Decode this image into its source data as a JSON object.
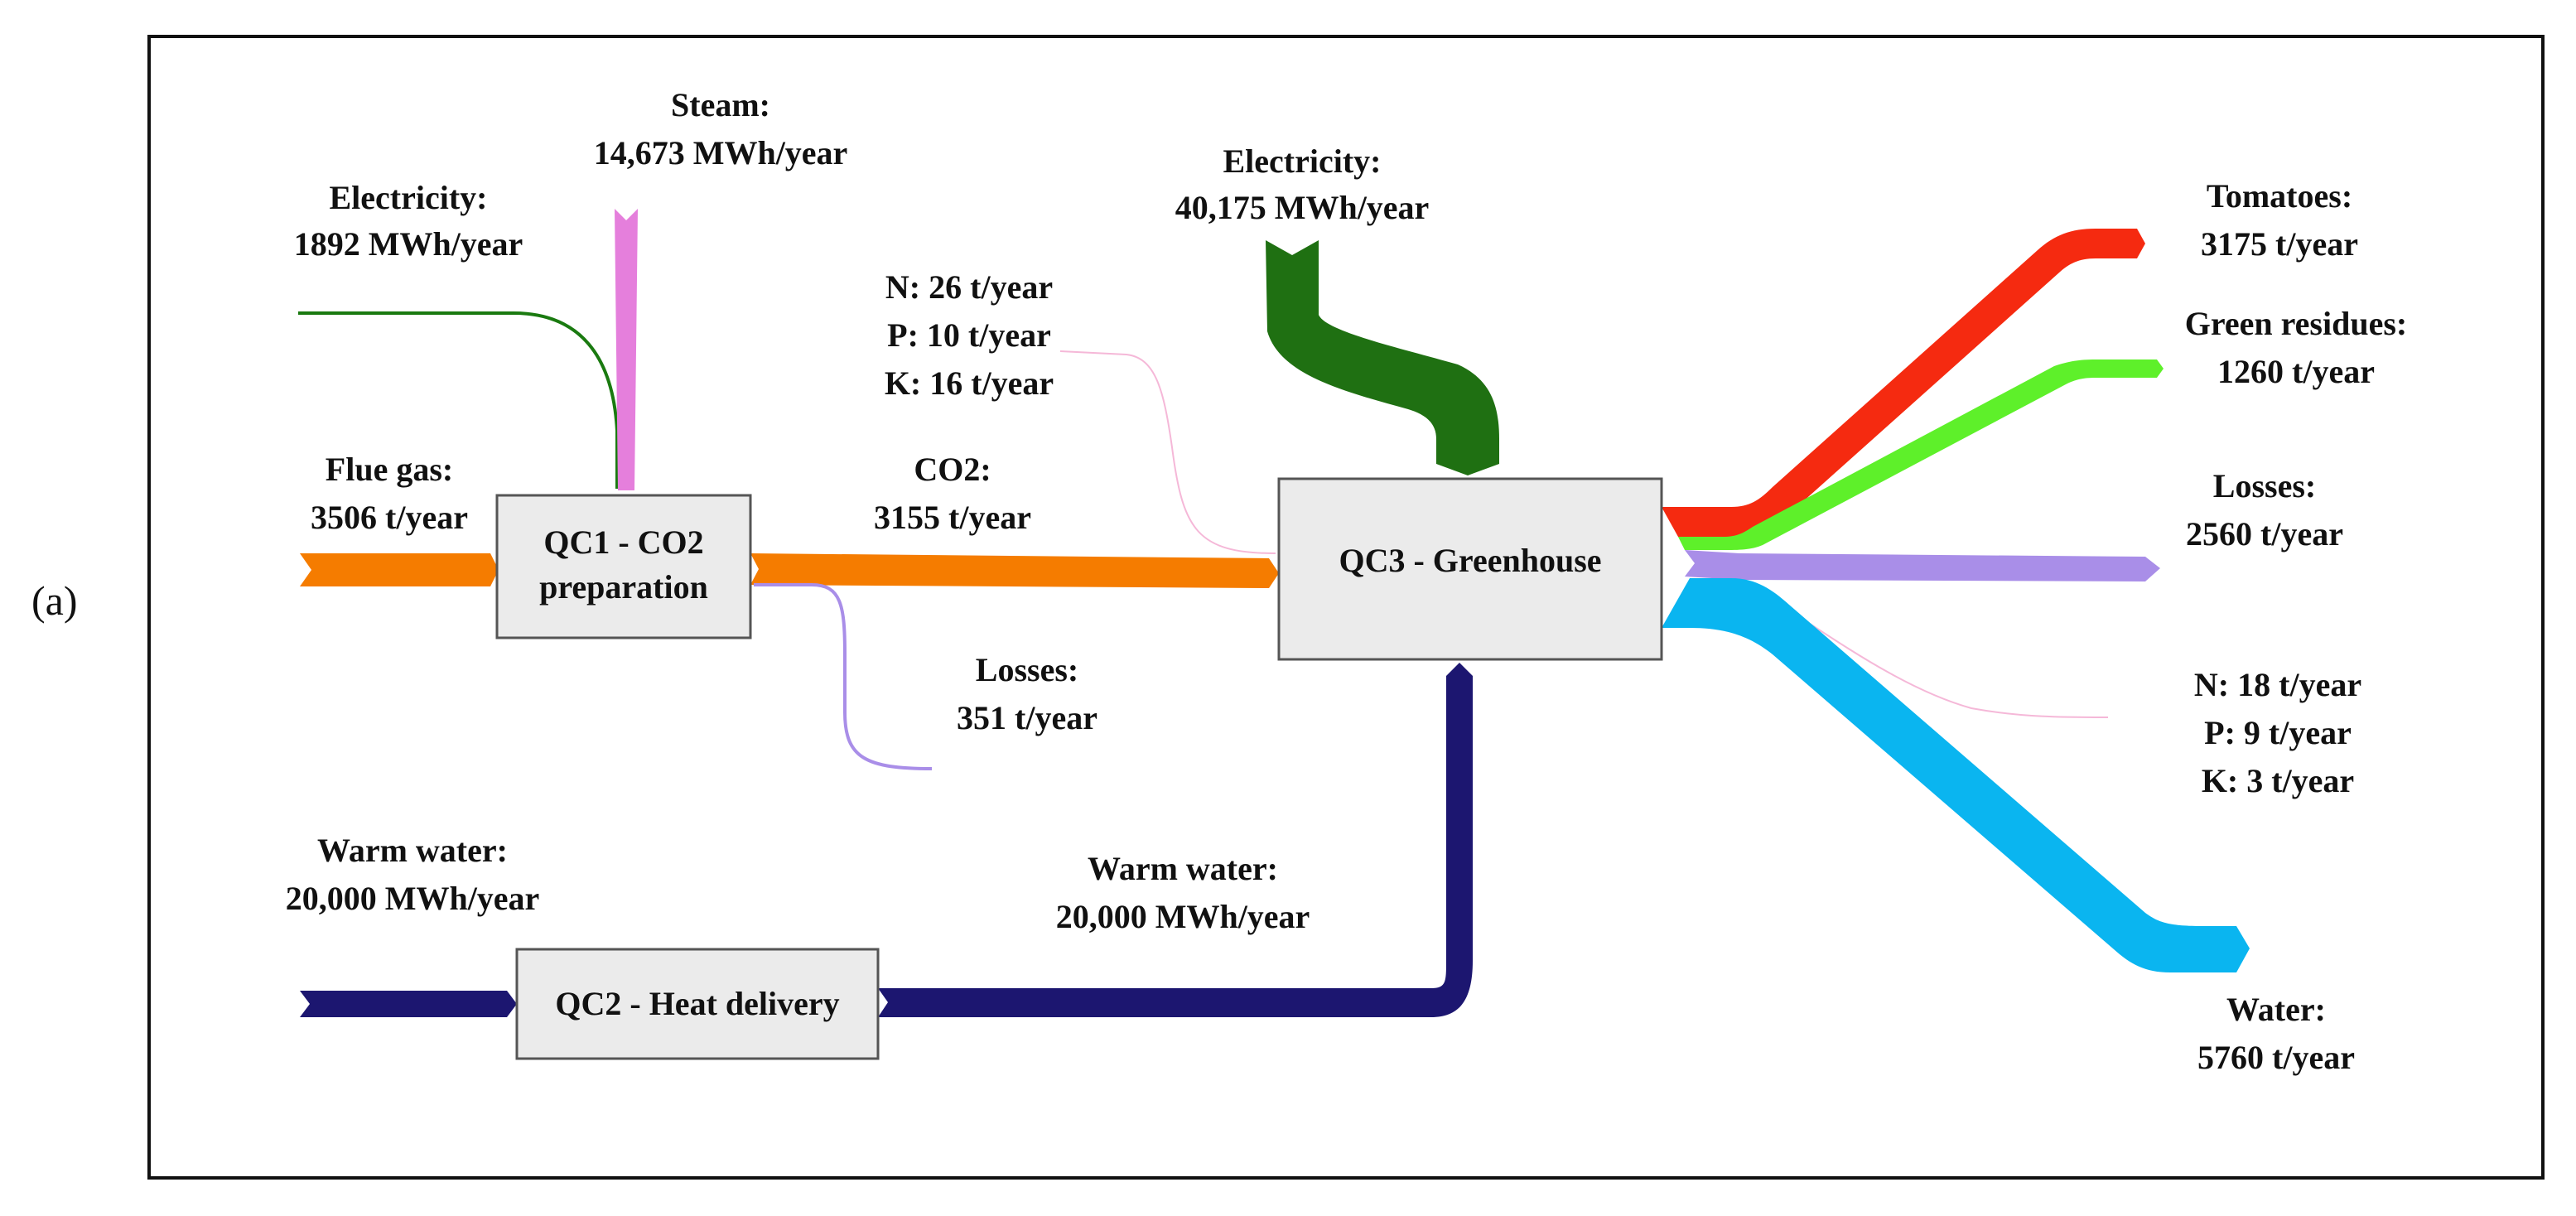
{
  "panel_label": "(a)",
  "nodes": {
    "qc1": {
      "line1": "QC1 - CO2",
      "line2": "preparation"
    },
    "qc2": {
      "label": "QC2 - Heat delivery"
    },
    "qc3": {
      "label": "QC3 - Greenhouse"
    }
  },
  "flows": {
    "electricity_qc1": {
      "name": "Electricity:",
      "value": "1892 MWh/year",
      "color": "#1a7a10"
    },
    "steam": {
      "name": "Steam:",
      "value": "14,673 MWh/year",
      "color": "#e57fdc"
    },
    "flue_gas": {
      "name": "Flue gas:",
      "value": "3506 t/year",
      "color": "#f57c00"
    },
    "co2": {
      "name": "CO2:",
      "value": "3155 t/year",
      "color": "#f57c00"
    },
    "losses_qc1": {
      "name": "Losses:",
      "value": "351 t/year",
      "color": "#a98ee8"
    },
    "nutrients_in": {
      "n": "N: 26 t/year",
      "p": "P: 10 t/year",
      "k": "K: 16 t/year",
      "color": "#f5b8d8"
    },
    "electricity_qc3": {
      "name": "Electricity:",
      "value": "40,175 MWh/year",
      "color": "#1f7012"
    },
    "warm_water_in": {
      "name": "Warm water:",
      "value": "20,000 MWh/year",
      "color": "#1c1670"
    },
    "warm_water_out": {
      "name": "Warm water:",
      "value": "20,000 MWh/year",
      "color": "#1c1670"
    },
    "tomatoes": {
      "name": "Tomatoes:",
      "value": "3175 t/year",
      "color": "#f52a10"
    },
    "green_residues": {
      "name": "Green residues:",
      "value": "1260 t/year",
      "color": "#5ef02a"
    },
    "losses_qc3": {
      "name": "Losses:",
      "value": "2560 t/year",
      "color": "#a98ee8"
    },
    "nutrients_out": {
      "n": "N: 18 t/year",
      "p": "P: 9 t/year",
      "k": "K: 3 t/year",
      "color": "#f5b8d8"
    },
    "water": {
      "name": "Water:",
      "value": "5760 t/year",
      "color": "#0ab5f0"
    }
  }
}
